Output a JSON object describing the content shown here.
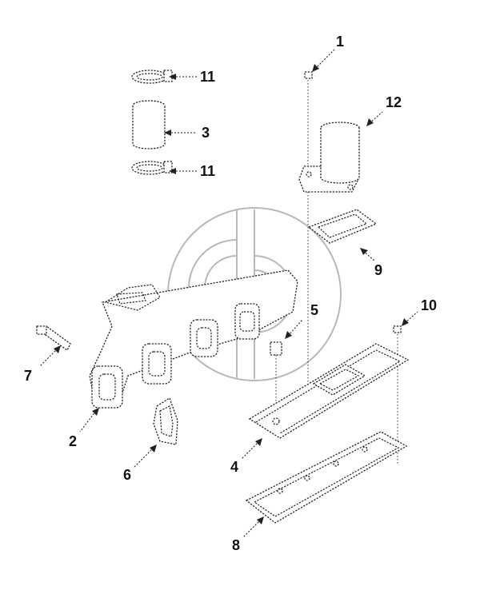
{
  "callouts": {
    "c1": "1",
    "c2": "2",
    "c3": "3",
    "c4": "4",
    "c5": "5",
    "c6": "6",
    "c7": "7",
    "c8": "8",
    "c9": "9",
    "c10": "10",
    "c11_top": "11",
    "c11_bottom": "11",
    "c12": "12"
  },
  "colors": {
    "line": "#222222",
    "watermark": "#b8b8b8",
    "background": "#ffffff"
  }
}
